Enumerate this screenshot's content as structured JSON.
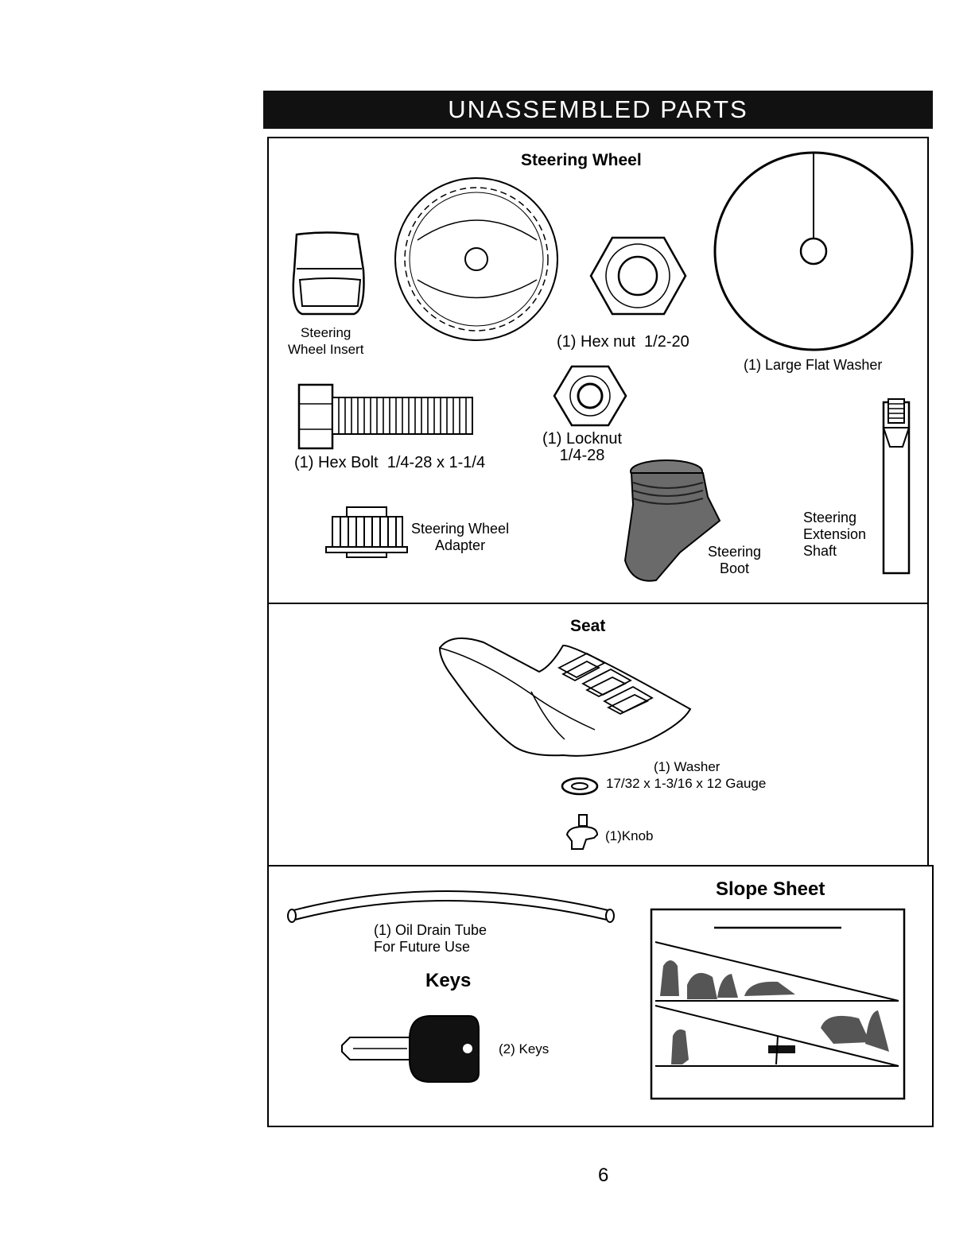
{
  "title": "UNASSEMBLED PARTS",
  "sections": {
    "steering": {
      "heading": "Steering Wheel",
      "parts": {
        "insert": "Steering\nWheel Insert",
        "hex_nut": "(1) Hex nut  1/2-20",
        "large_washer": "(1) Large Flat Washer",
        "hex_bolt": "(1) Hex Bolt  1/4-28 x 1-1/4",
        "locknut": "(1) Locknut\n1/4-28",
        "adapter": "Steering Wheel\nAdapter",
        "boot": "Steering\nBoot",
        "shaft": "Steering\nExtension\nShaft"
      }
    },
    "seat": {
      "heading": "Seat",
      "parts": {
        "washer": "(1) Washer",
        "washer_size": "17/32 x 1-3/16 x 12 Gauge",
        "knob": "(1)Knob"
      }
    },
    "misc": {
      "drain_tube": "(1) Oil Drain Tube\nFor Future Use",
      "keys_heading": "Keys",
      "keys": "(2) Keys",
      "slope_heading": "Slope Sheet"
    }
  },
  "page_number": "6",
  "colors": {
    "banner_bg": "#111111",
    "banner_text": "#ffffff",
    "ink": "#000000"
  }
}
